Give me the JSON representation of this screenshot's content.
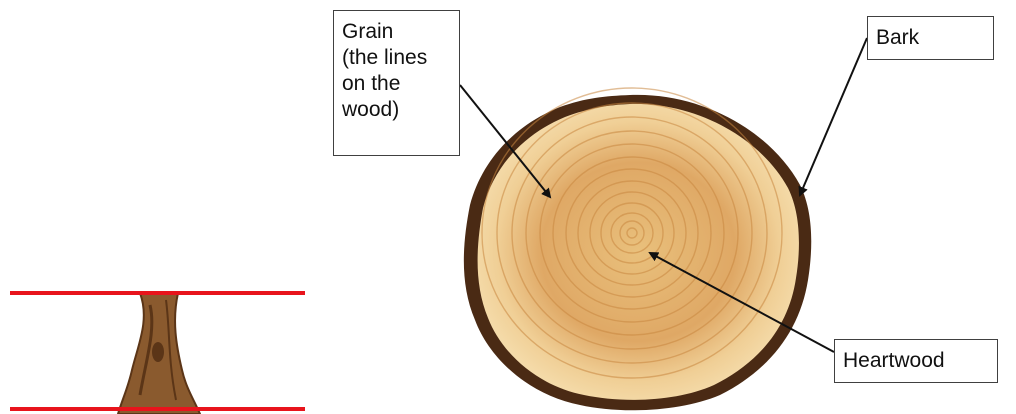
{
  "labels": {
    "grain": "Grain\n(the lines\non the\nwood)",
    "bark": "Bark",
    "heartwood": "Heartwood"
  },
  "colors": {
    "guide_lines": "#e8141c",
    "bark": "#4a2a14",
    "ring_light": "#f2cf95",
    "ring_dark": "#cf9a55",
    "trunk": "#8a5a2e",
    "arrow": "#111111"
  }
}
